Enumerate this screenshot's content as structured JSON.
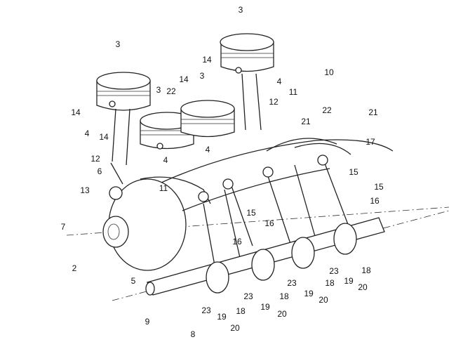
{
  "figure": {
    "labels": {
      "piston": "3",
      "pin": "14",
      "rod": "4",
      "item22": "22",
      "item10": "10",
      "item11": "11",
      "item12": "12",
      "item21": "21",
      "item17": "17",
      "item15": "15",
      "item16": "16",
      "item13": "13",
      "item6": "6",
      "item7": "7",
      "item2": "2",
      "item5": "5",
      "item8": "8",
      "item9": "9",
      "item23": "23",
      "item19": "19",
      "item18": "18",
      "item20": "20"
    }
  }
}
